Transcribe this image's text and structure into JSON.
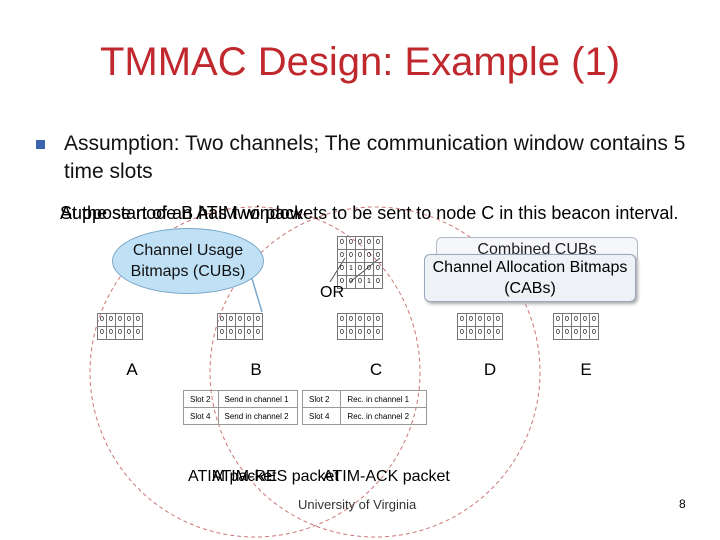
{
  "slide": {
    "title": "TMMAC Design: Example (1)",
    "assumption": "Assumption: Two channels; The communication window contains 5 time slots",
    "overlap_text_a": "At the start of an ATIM window",
    "overlap_text_b": "Suppose node B has two packets to be sent to node C in this beacon interval.",
    "callout_cubs": "Channel Usage Bitmaps (CUBs)",
    "combined_cubs": "Combined CUBs",
    "cabs": "Channel Allocation Bitmaps (CABs)",
    "or_label": "OR",
    "footer": "University of Virginia",
    "page_number": "8",
    "atim_text_a": "ATIM packet",
    "atim_text_b": "ATIM-RES packet",
    "atim_text_c": "ATIM-ACK packet"
  },
  "nodes": [
    {
      "label": "A"
    },
    {
      "label": "B"
    },
    {
      "label": "C"
    },
    {
      "label": "D"
    },
    {
      "label": "E"
    }
  ],
  "combined_bitmap": {
    "rows": [
      [
        "0",
        "0",
        "0",
        "0",
        "0"
      ],
      [
        "0",
        "0",
        "0",
        "0",
        "0"
      ],
      [
        "0",
        "1",
        "0",
        "0",
        "0"
      ],
      [
        "0",
        "0",
        "0",
        "1",
        "0"
      ]
    ]
  },
  "node_bitmaps": [
    {
      "rows": [
        [
          "0",
          "0",
          "0",
          "0",
          "0"
        ],
        [
          "0",
          "0",
          "0",
          "0",
          "0"
        ]
      ]
    },
    {
      "rows": [
        [
          "0",
          "0",
          "0",
          "0",
          "0"
        ],
        [
          "0",
          "0",
          "0",
          "0",
          "0"
        ]
      ]
    },
    {
      "rows": [
        [
          "0",
          "0",
          "0",
          "0",
          "0"
        ],
        [
          "0",
          "0",
          "0",
          "0",
          "0"
        ]
      ]
    },
    {
      "rows": [
        [
          "0",
          "0",
          "0",
          "0",
          "0"
        ],
        [
          "0",
          "0",
          "0",
          "0",
          "0"
        ]
      ]
    },
    {
      "rows": [
        [
          "0",
          "0",
          "0",
          "0",
          "0"
        ],
        [
          "0",
          "0",
          "0",
          "0",
          "0"
        ]
      ]
    }
  ],
  "schedule_b": [
    {
      "slot": "Slot 2",
      "action": "Send in channel 1"
    },
    {
      "slot": "Slot 4",
      "action": "Send in channel 2"
    }
  ],
  "schedule_c": [
    {
      "slot": "Slot 2",
      "action": "Rec. in channel 1"
    },
    {
      "slot": "Slot 4",
      "action": "Rec. in channel 2"
    }
  ]
}
